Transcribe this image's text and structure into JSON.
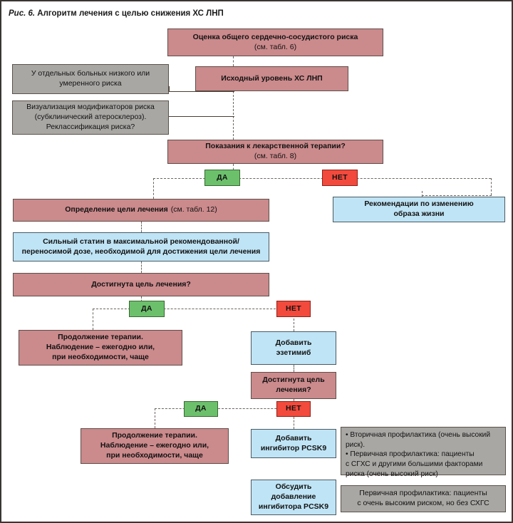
{
  "figure": {
    "number": "Рис. 6.",
    "title": "Алгоритм лечения с целью снижения ХС ЛНП"
  },
  "palette": {
    "pink": "#cb8a8c",
    "blue": "#bfe4f5",
    "gray": "#a9a7a4",
    "green": "#6cc06c",
    "red": "#f24a3d",
    "border": "#4a4540",
    "connector": "#6b6560",
    "frame": "#3a3632"
  },
  "nodes": {
    "risk_assessment": {
      "line1": "Оценка общего сердечно-сосудистого риска",
      "line2": "(см. табл. 6)"
    },
    "low_moderate_patients": {
      "line1": "У отдельных больных низкого или",
      "line2": "умеренного риска"
    },
    "baseline_ldl": {
      "line1": "Исходный уровень ХС ЛНП"
    },
    "imaging_modifiers": {
      "line1": "Визуализация модификаторов риска",
      "line2": "(субклинический атеросклероз).",
      "line3": "Реклассификация риска?"
    },
    "drug_therapy_indications": {
      "line1": "Показания к лекарственной терапии?",
      "line2": "(см. табл. 8)"
    },
    "yes_1": {
      "label": "ДА"
    },
    "no_1": {
      "label": "НЕТ"
    },
    "lifestyle_recommendations": {
      "line1": "Рекомендации по изменению",
      "line2": "образа жизни"
    },
    "treatment_goal": {
      "line1": "Определение цели лечения",
      "line2": "(см. табл. 12)"
    },
    "high_intensity_statin": {
      "line1": "Сильный статин в максимальной рекомендованной/",
      "line2": "переносимой дозе, необходимой для достижения цели лечения"
    },
    "goal_reached_1": {
      "line1": "Достигнута цель лечения?"
    },
    "yes_2": {
      "label": "ДА"
    },
    "no_2": {
      "label": "НЕТ"
    },
    "continue_therapy_1": {
      "line1": "Продолжение терапии.",
      "line2": "Наблюдение – ежегодно или,",
      "line3": "при необходимости, чаще"
    },
    "add_ezetimibe": {
      "line1": "Добавить",
      "line2": "эзетимиб"
    },
    "goal_reached_2": {
      "line1": "Достигнута цель",
      "line2": "лечения?"
    },
    "yes_3": {
      "label": "ДА"
    },
    "no_3": {
      "label": "НЕТ"
    },
    "continue_therapy_2": {
      "line1": "Продолжение терапии.",
      "line2": "Наблюдение – ежегодно или,",
      "line3": "при необходимости, чаще"
    },
    "add_pcsk9": {
      "line1": "Добавить",
      "line2": "ингибитор PCSK9"
    },
    "consider_pcsk9": {
      "line1": "Обсудить",
      "line2": "добавление",
      "line3": "ингибитора PCSK9"
    },
    "indication_note_1": {
      "line1": "• Вторичная профилактика (очень высокий",
      "line2": "риск).",
      "line3": "• Первичная профилактика: пациенты",
      "line4": "с СГХС и другими большими факторами",
      "line5": "риска (очень высокий риск)"
    },
    "indication_note_2": {
      "line1": "Первичная профилактика: пациенты",
      "line2": "с очень высоким риском, но без СХГС"
    }
  }
}
